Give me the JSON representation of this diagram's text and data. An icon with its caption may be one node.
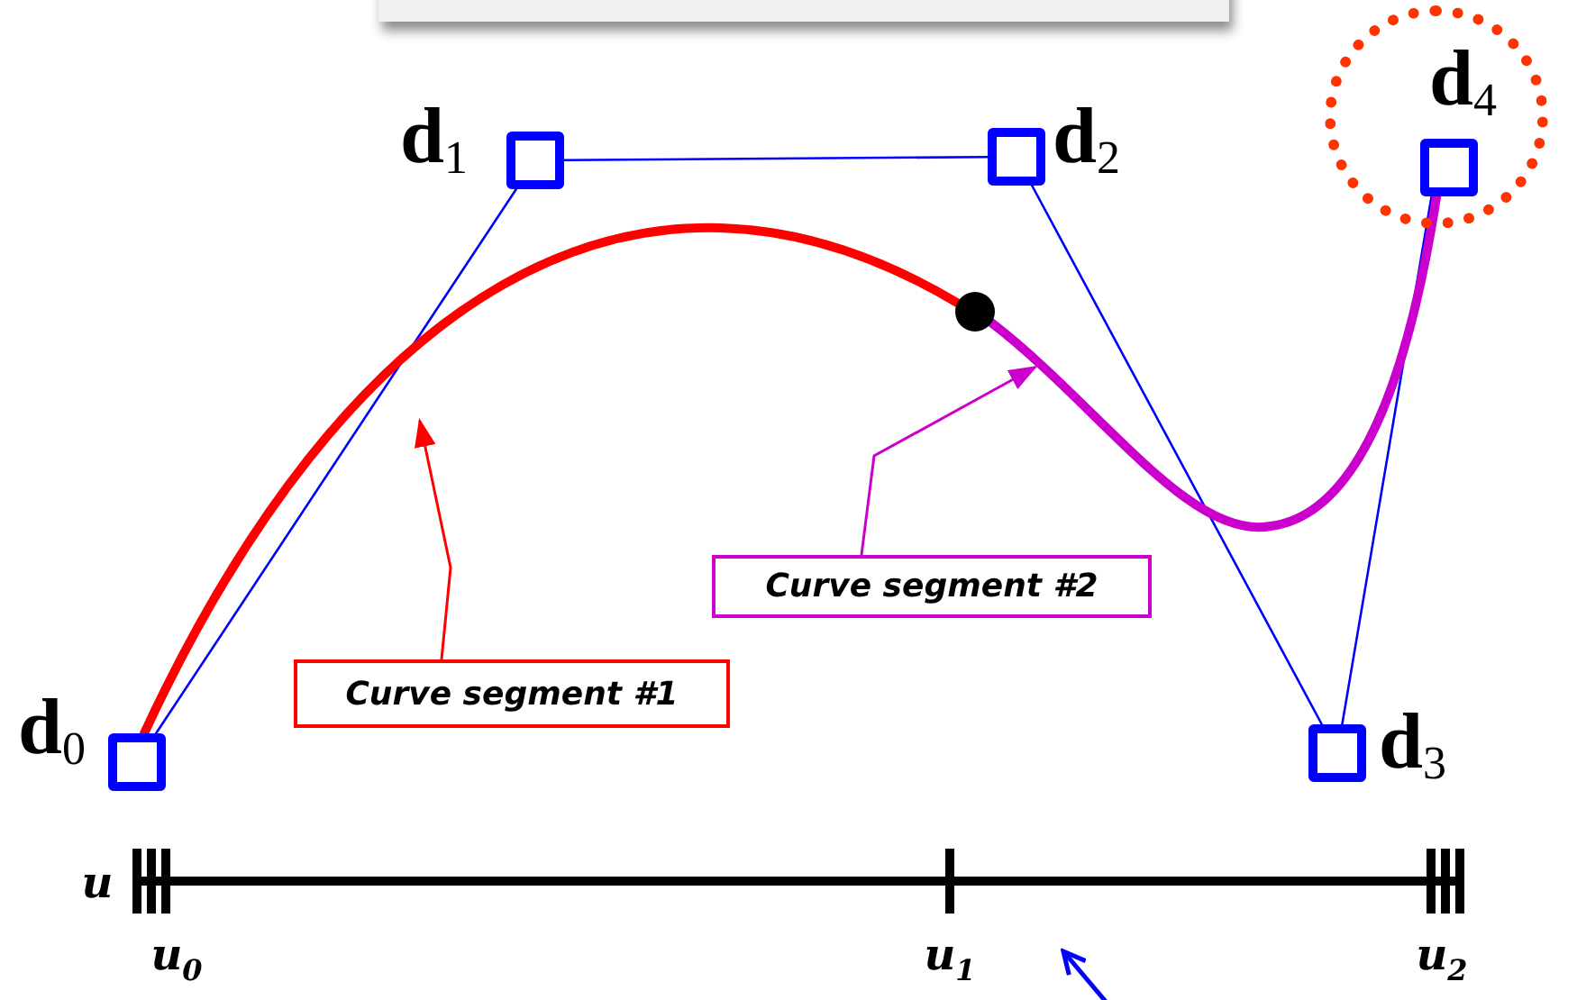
{
  "diagram": {
    "nodes": [
      {
        "text": [],
        "shape": "box"
      },
      {
        "text": [],
        "shape": "box",
        "beside": [
          "**d**$_{0}$"
        ]
      },
      {
        "text": [],
        "shape": "box",
        "beside": [
          "**d**$_{1}$"
        ]
      },
      {
        "text": [],
        "shape": "box",
        "beside": [
          "**d**$_{2}$"
        ]
      },
      {
        "text": [],
        "shape": "box",
        "beside": [
          "**d**$_{3}$"
        ]
      },
      {
        "text": [],
        "shape": "circle"
      },
      {
        "text": [],
        "shape": "box",
        "beside": [
          "**d**$_{4}$"
        ],
        "in": 5
      },
      {
        "text": [],
        "shape": "circle"
      },
      {
        "text": [
          "Curve segment #1"
        ]
      },
      {
        "text": [
          "Curve segment #2"
        ]
      }
    ],
    "edges": [
      {
        "from": 1,
        "to": 2,
        "arrow": "none"
      },
      {
        "from": 2,
        "to": 3,
        "arrow": "none"
      },
      {
        "from": 3,
        "to": 4,
        "arrow": "none"
      },
      {
        "from": 4,
        "to": 6,
        "arrow": "none"
      },
      {
        "from": 1,
        "to": 7,
        "arrow": "none",
        "style": "thick",
        "color": "#ff0000"
      },
      {
        "from": 7,
        "to": 6,
        "arrow": "none",
        "style": "thick",
        "color": "#cc00cc"
      },
      {
        "from": 8,
        "to": null,
        "arrow": "to",
        "color": "#ff0000"
      },
      {
        "from": 9,
        "to": null,
        "arrow": "to",
        "color": "#cc00cc"
      }
    ],
    "labels": [
      "u",
      "u$_{0}$",
      "u$_{1}$",
      "u$_{2}$"
    ]
  }
}
